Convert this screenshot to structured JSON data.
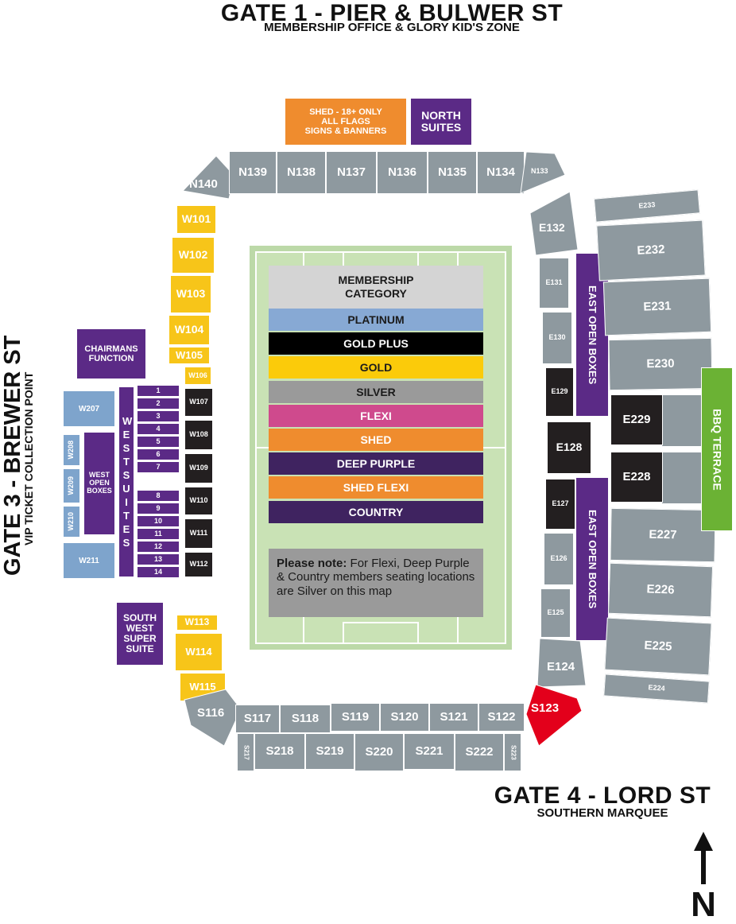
{
  "gates": {
    "gate1": {
      "title": "GATE 1 - PIER & BULWER ST",
      "subtitle": "MEMBERSHIP OFFICE & GLORY KID'S ZONE"
    },
    "gate3": {
      "title": "GATE 3 - BREWER ST",
      "subtitle": "VIP TICKET COLLECTION POINT"
    },
    "gate4": {
      "title": "GATE 4 - LORD ST",
      "subtitle": "SOUTHERN MARQUEE"
    },
    "north": "N"
  },
  "north_top": {
    "shed": [
      "SHED - 18+ ONLY",
      "ALL FLAGS",
      "SIGNS & BANNERS"
    ],
    "north_suites": [
      "NORTH",
      "SUITES"
    ]
  },
  "north": [
    "N140",
    "N139",
    "N138",
    "N137",
    "N136",
    "N135",
    "N134",
    "N133"
  ],
  "west": [
    "W101",
    "W102",
    "W103",
    "W104",
    "W105",
    "W106",
    "W107",
    "W108",
    "W109",
    "W110",
    "W111",
    "W112",
    "W113",
    "W114",
    "W115"
  ],
  "west_outer": {
    "chairmans": [
      "CHAIRMANS",
      "FUNCTION"
    ],
    "w207": "W207",
    "w208": "W208",
    "w209": "W209",
    "w210": "W210",
    "w211": "W211",
    "west_open_boxes": [
      "WEST",
      "OPEN",
      "BOXES"
    ],
    "west_suites": "WEST SUITES",
    "suite_numbers": [
      "1",
      "2",
      "3",
      "4",
      "5",
      "6",
      "7",
      "8",
      "9",
      "10",
      "11",
      "12",
      "13",
      "14"
    ],
    "south_west": [
      "SOUTH",
      "WEST",
      "SUPER",
      "SUITE"
    ]
  },
  "east": {
    "e132": "E132",
    "e131": "E131",
    "e130": "E130",
    "e129": "E129",
    "e128": "E128",
    "e127": "E127",
    "e126": "E126",
    "e125": "E125",
    "e124": "E124",
    "s123": "S123",
    "east_open_boxes": "EAST OPEN BOXES",
    "e233": "E233",
    "e232": "E232",
    "e231": "E231",
    "e230": "E230",
    "e229": "E229",
    "e228": "E228",
    "e227": "E227",
    "e226": "E226",
    "e225": "E225",
    "e224": "E224",
    "bbq": "BBQ TERRACE"
  },
  "south_upper": [
    "S116",
    "S117",
    "S118",
    "S119",
    "S120",
    "S121",
    "S122"
  ],
  "south_lower": [
    "S217",
    "S218",
    "S219",
    "S220",
    "S221",
    "S222",
    "S223"
  ],
  "legend": {
    "heading": [
      "MEMBERSHIP",
      "CATEGORY"
    ],
    "rows": [
      {
        "label": "PLATINUM",
        "color": "#87a9d4",
        "text": "#1b1b1b"
      },
      {
        "label": "GOLD PLUS",
        "color": "#000000",
        "text": "#ffffff"
      },
      {
        "label": "GOLD",
        "color": "#fbcb0a",
        "text": "#1b1b1b"
      },
      {
        "label": "SILVER",
        "color": "#9a9a9a",
        "text": "#1b1b1b"
      },
      {
        "label": "FLEXI",
        "color": "#cf4a8d",
        "text": "#ffffff"
      },
      {
        "label": "SHED",
        "color": "#ef8c2e",
        "text": "#ffffff"
      },
      {
        "label": "DEEP PURPLE",
        "color": "#3f2360",
        "text": "#ffffff"
      },
      {
        "label": "SHED FLEXI",
        "color": "#ef8c2e",
        "text": "#ffffff"
      },
      {
        "label": "COUNTRY",
        "color": "#3f2360",
        "text": "#ffffff"
      }
    ],
    "note_bold": "Please note:",
    "note_text": " For Flexi, Deep Purple & Country members seating locations are Silver on this map"
  }
}
